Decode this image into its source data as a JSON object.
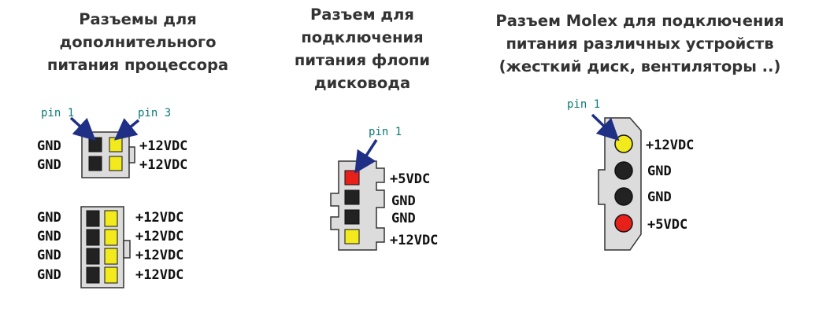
{
  "titles": {
    "cpu": [
      "Разъемы для",
      "дополнительного",
      "питания процессора"
    ],
    "floppy": [
      "Разъем для",
      "подключения",
      "питания флопи",
      "дисковода"
    ],
    "molex": [
      "Разъем Molex для подключения",
      "питания различных устройств",
      "(жесткий диск, вентиляторы ..)"
    ]
  },
  "cpu4": {
    "pin_left": "pin 1",
    "pin_right": "pin 3",
    "rows": [
      {
        "left": "GND",
        "right": "+12VDC"
      },
      {
        "left": "GND",
        "right": "+12VDC"
      }
    ]
  },
  "cpu8": {
    "rows": [
      {
        "left": "GND",
        "right": "+12VDC"
      },
      {
        "left": "GND",
        "right": "+12VDC"
      },
      {
        "left": "GND",
        "right": "+12VDC"
      },
      {
        "left": "GND",
        "right": "+12VDC"
      }
    ]
  },
  "floppy": {
    "pin": "pin 1",
    "pins": [
      {
        "label": "+5VDC",
        "color": "#e8201a"
      },
      {
        "label": "GND",
        "color": "#222222"
      },
      {
        "label": "GND",
        "color": "#222222"
      },
      {
        "label": "+12VDC",
        "color": "#f2ea1c"
      }
    ]
  },
  "molex": {
    "pin": "pin 1",
    "pins": [
      {
        "label": "+12VDC",
        "color": "#f2ea1c"
      },
      {
        "label": "GND",
        "color": "#222222"
      },
      {
        "label": "GND",
        "color": "#222222"
      },
      {
        "label": "+5VDC",
        "color": "#e8201a"
      }
    ]
  },
  "colors": {
    "yellow": "#f2ea1c",
    "black": "#222222",
    "red": "#e8201a",
    "housing": "#dcdcdc",
    "arrow": "#1f2f86",
    "pin_label": "#0b7a76"
  }
}
